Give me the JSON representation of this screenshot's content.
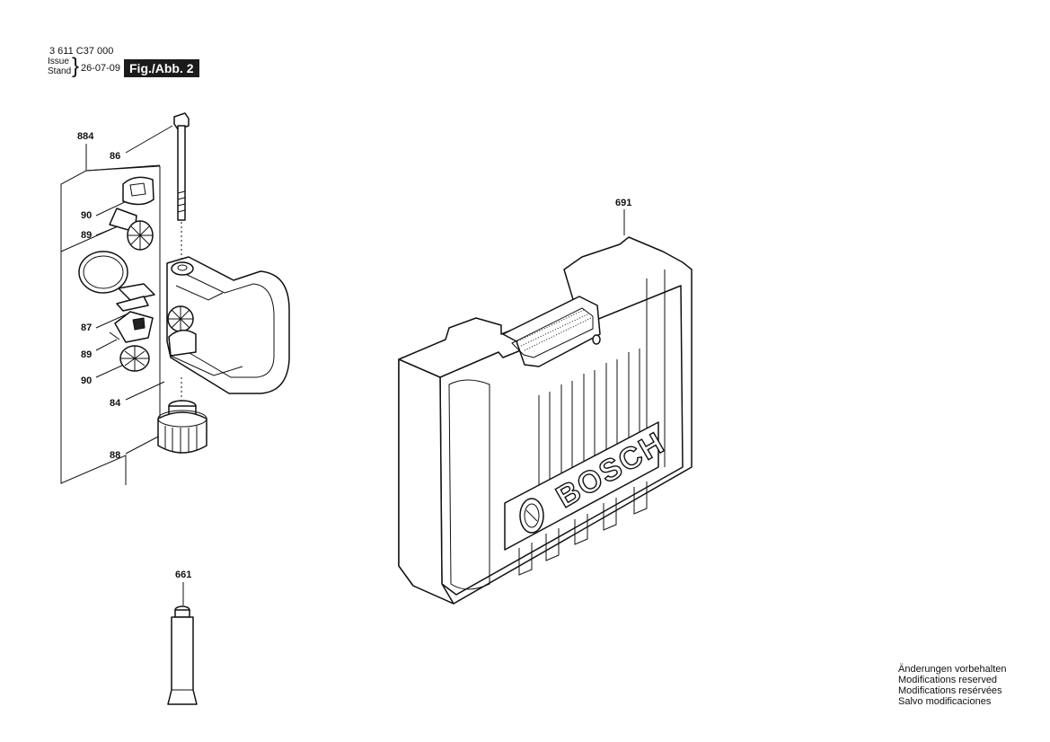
{
  "header": {
    "document_number": "3 611 C37 000",
    "issue_label": "Issue",
    "stand_label": "Stand",
    "date": "26-07-09",
    "figure_label": "Fig./Abb. 2"
  },
  "callouts": {
    "c884": "884",
    "c86": "86",
    "c90a": "90",
    "c89a": "89",
    "c87": "87",
    "c89b": "89",
    "c90b": "90",
    "c84": "84",
    "c88": "88",
    "c661": "661",
    "c691": "691"
  },
  "case_logo_text": "BOSCH",
  "modifications_notice": [
    "Änderungen vorbehalten",
    "Modifications reserved",
    "Modifications resérvées",
    "Salvo modificaciones"
  ]
}
